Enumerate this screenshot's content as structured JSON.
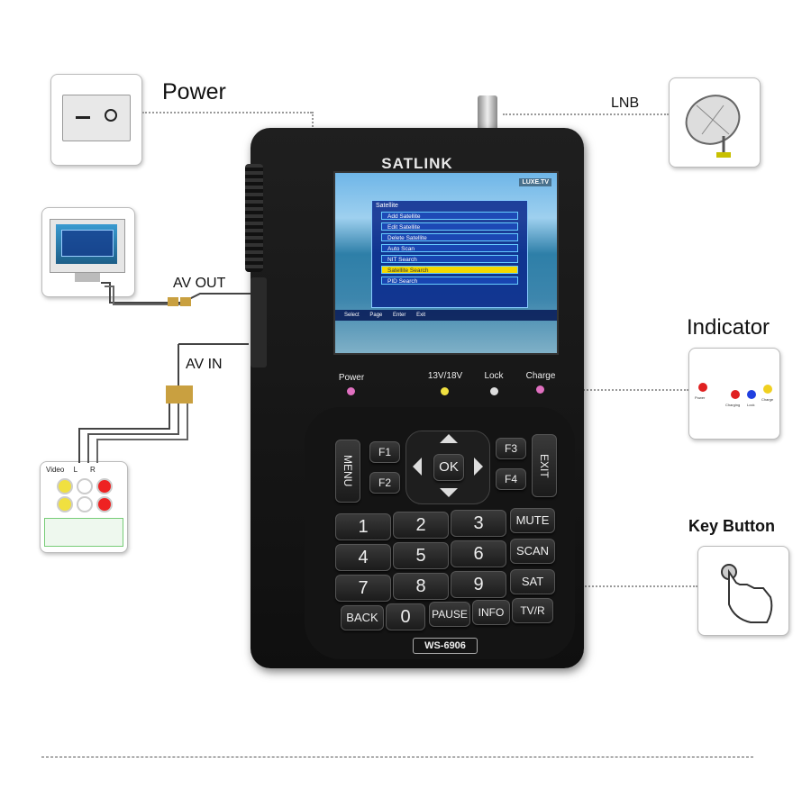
{
  "callouts": {
    "power": "Power",
    "lnb": "LNB",
    "av_out": "AV  OUT",
    "av_in": "AV  IN",
    "indicator": "Indicator",
    "key_button": "Key   Button"
  },
  "device": {
    "brand": "SATLINK",
    "model": "WS-6906",
    "screen": {
      "channel_logo": "LUXE.TV",
      "menu_title": "Satellite",
      "menu_items": [
        "Add Satellite",
        "Edit Satellite",
        "Delete Satellite",
        "Auto Scan",
        "NIT Search",
        "Satellite Search",
        "PID Search"
      ],
      "selected_index": 5,
      "hints": [
        "Select",
        "Page",
        "Enter",
        "Exit"
      ]
    },
    "indicators": [
      {
        "label": "Power",
        "color": "#e070c0"
      },
      {
        "label": "13V/18V",
        "color": "#f0e040"
      },
      {
        "label": "Lock",
        "color": "#dddddd"
      },
      {
        "label": "Charge",
        "color": "#e070c0"
      }
    ],
    "keys": {
      "menu": "MENU",
      "exit": "EXIT",
      "f1": "F1",
      "f2": "F2",
      "f3": "F3",
      "f4": "F4",
      "ok": "OK",
      "n1": "1",
      "n2": "2",
      "n3": "3",
      "n4": "4",
      "n5": "5",
      "n6": "6",
      "n7": "7",
      "n8": "8",
      "n9": "9",
      "n0": "0",
      "mute": "MUTE",
      "scan": "SCAN",
      "sat": "SAT",
      "back": "BACK",
      "pause": "PAUSE",
      "info": "INFO",
      "tvr": "TV/R"
    }
  },
  "indicator_panel": {
    "labels": [
      "Power",
      "Charging",
      "Lock",
      "Charge"
    ],
    "colors": [
      "#e02020",
      "#e02020",
      "#2040e0",
      "#f0d020"
    ]
  },
  "av_connector_labels": [
    "Video",
    "L",
    "R"
  ]
}
